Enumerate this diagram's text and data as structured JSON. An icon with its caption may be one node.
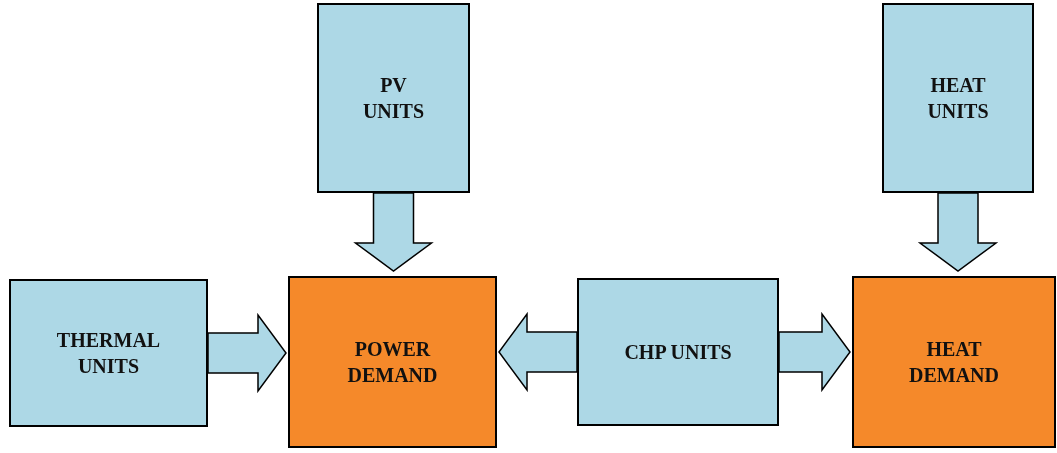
{
  "diagram": {
    "nodes": [
      {
        "text": [
          "PV UNITS"
        ]
      },
      {
        "text": [
          "HEAT UNITS"
        ]
      },
      {
        "text": [
          "THERMAL UNITS"
        ]
      },
      {
        "text": [
          "POWER DEMAND"
        ]
      },
      {
        "text": [
          "CHP UNITS"
        ]
      },
      {
        "text": [
          "HEAT DEMAND"
        ]
      }
    ],
    "edges": [
      {
        "from": 0,
        "to": 3,
        "arrow": "to"
      },
      {
        "from": 1,
        "to": 5,
        "arrow": "to"
      },
      {
        "from": 2,
        "to": 3,
        "arrow": "to"
      },
      {
        "from": 4,
        "to": 3,
        "arrow": "to"
      },
      {
        "from": 4,
        "to": 5,
        "arrow": "to"
      }
    ]
  }
}
